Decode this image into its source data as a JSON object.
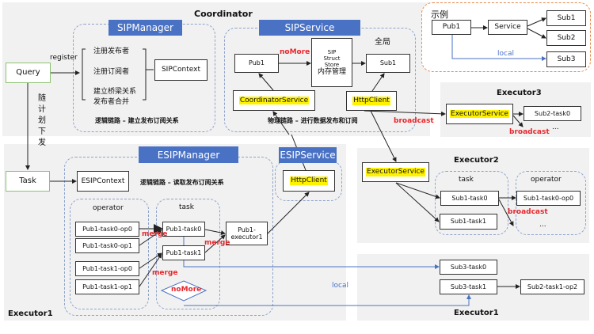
{
  "coordinator": {
    "title": "Coordinator",
    "query": "Query",
    "register": "register",
    "dispatch": "随计划下发",
    "sip_manager": {
      "header": "SIPManager",
      "items": [
        "注册发布者",
        "注册订阅者",
        "建立桥梁关系",
        "发布者合并"
      ],
      "context": "SIPContext",
      "caption": "逻辑链路 – 建立发布订阅关系"
    },
    "sip_service": {
      "header": "SIPService",
      "scope": "全局",
      "pub": "Pub1",
      "no_more": "noMore",
      "store": "SIP Struct Store",
      "store_sub": "内存管理",
      "sub": "Sub1",
      "coord_service": "CoordinatorService",
      "http_client": "HttpClient",
      "caption": "物理链路 – 进行数据发布和订阅",
      "broadcast": "broadcast"
    }
  },
  "example": {
    "title": "示例",
    "pub": "Pub1",
    "service": "Service",
    "subs": [
      "Sub1",
      "Sub2",
      "Sub3"
    ],
    "local": "local"
  },
  "executor3": {
    "title": "Executor3",
    "service": "ExecutorService",
    "sub": "Sub2-task0",
    "broadcast": "broadcast",
    "ellipsis": "..."
  },
  "executor2": {
    "title": "Executor2",
    "service": "ExecutorService",
    "task_title": "task",
    "operator_title": "operator",
    "tasks": [
      "Sub1-task0",
      "Sub1-task1"
    ],
    "op": "Sub1-task0-op0",
    "broadcast": "broadcast",
    "ellipsis": "..."
  },
  "executor1_right": {
    "title": "Executor1",
    "tasks": [
      "Sub3-task0",
      "Sub3-task1"
    ],
    "op": "Sub2-task1-op2"
  },
  "executor1": {
    "title": "Executor1",
    "task": "Task",
    "esip_manager": {
      "header": "ESIPManager",
      "context": "ESIPContext",
      "caption": "逻辑链路 – 读取发布订阅关系",
      "operator_title": "operator",
      "task_title": "task",
      "ops": [
        "Pub1-task0-op0",
        "Pub1-task0-op1",
        "Pub1-task1-op0",
        "Pub1-task1-op1"
      ],
      "tasks": [
        "Pub1-task0",
        "Pub1-task1"
      ],
      "executor": "Pub1-executor1",
      "merge": "merge",
      "no_more": "noMore"
    },
    "esip_service": {
      "header": "ESIPService",
      "http_client": "HttpClient"
    },
    "local": "local"
  }
}
